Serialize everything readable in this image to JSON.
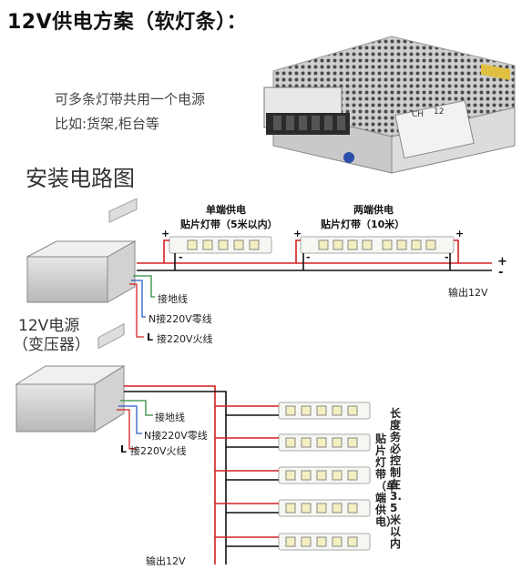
{
  "title": "12V供电方案（软灯条）：",
  "desc": {
    "line1": "可多条灯带共用一个电源",
    "line2": "比如:货架,柜台等"
  },
  "product_photo": {
    "label_ch": "CH",
    "label_num": "12"
  },
  "install_heading": "安装电路图",
  "diagram1": {
    "strip_single_title": "单端供电",
    "strip_single_sub": "贴片灯带（5米以内）",
    "strip_double_title": "两端供电",
    "strip_double_sub": "贴片灯带（10米）",
    "plus": "+",
    "minus": "-",
    "output": "输出12V",
    "ground": "接地线",
    "neutral": "N接220V零线",
    "live_prefix": "L",
    "live": "接220V火线",
    "psu_line1": "12V电源",
    "psu_line2": "（变压器）"
  },
  "diagram2": {
    "ground": "接地线",
    "neutral": "N接220V零线",
    "live_prefix": "L",
    "live": "接220V火线",
    "output": "输出12V",
    "note_length": "长度务必控制在3.5米以内",
    "note_strip": "贴片灯带（单端供电）",
    "strip_count": 5
  },
  "colors": {
    "red_wire": "#d42020",
    "black_wire": "#111111",
    "green_wire": "#2e8b3a",
    "blue_wire": "#2a5cc0"
  }
}
